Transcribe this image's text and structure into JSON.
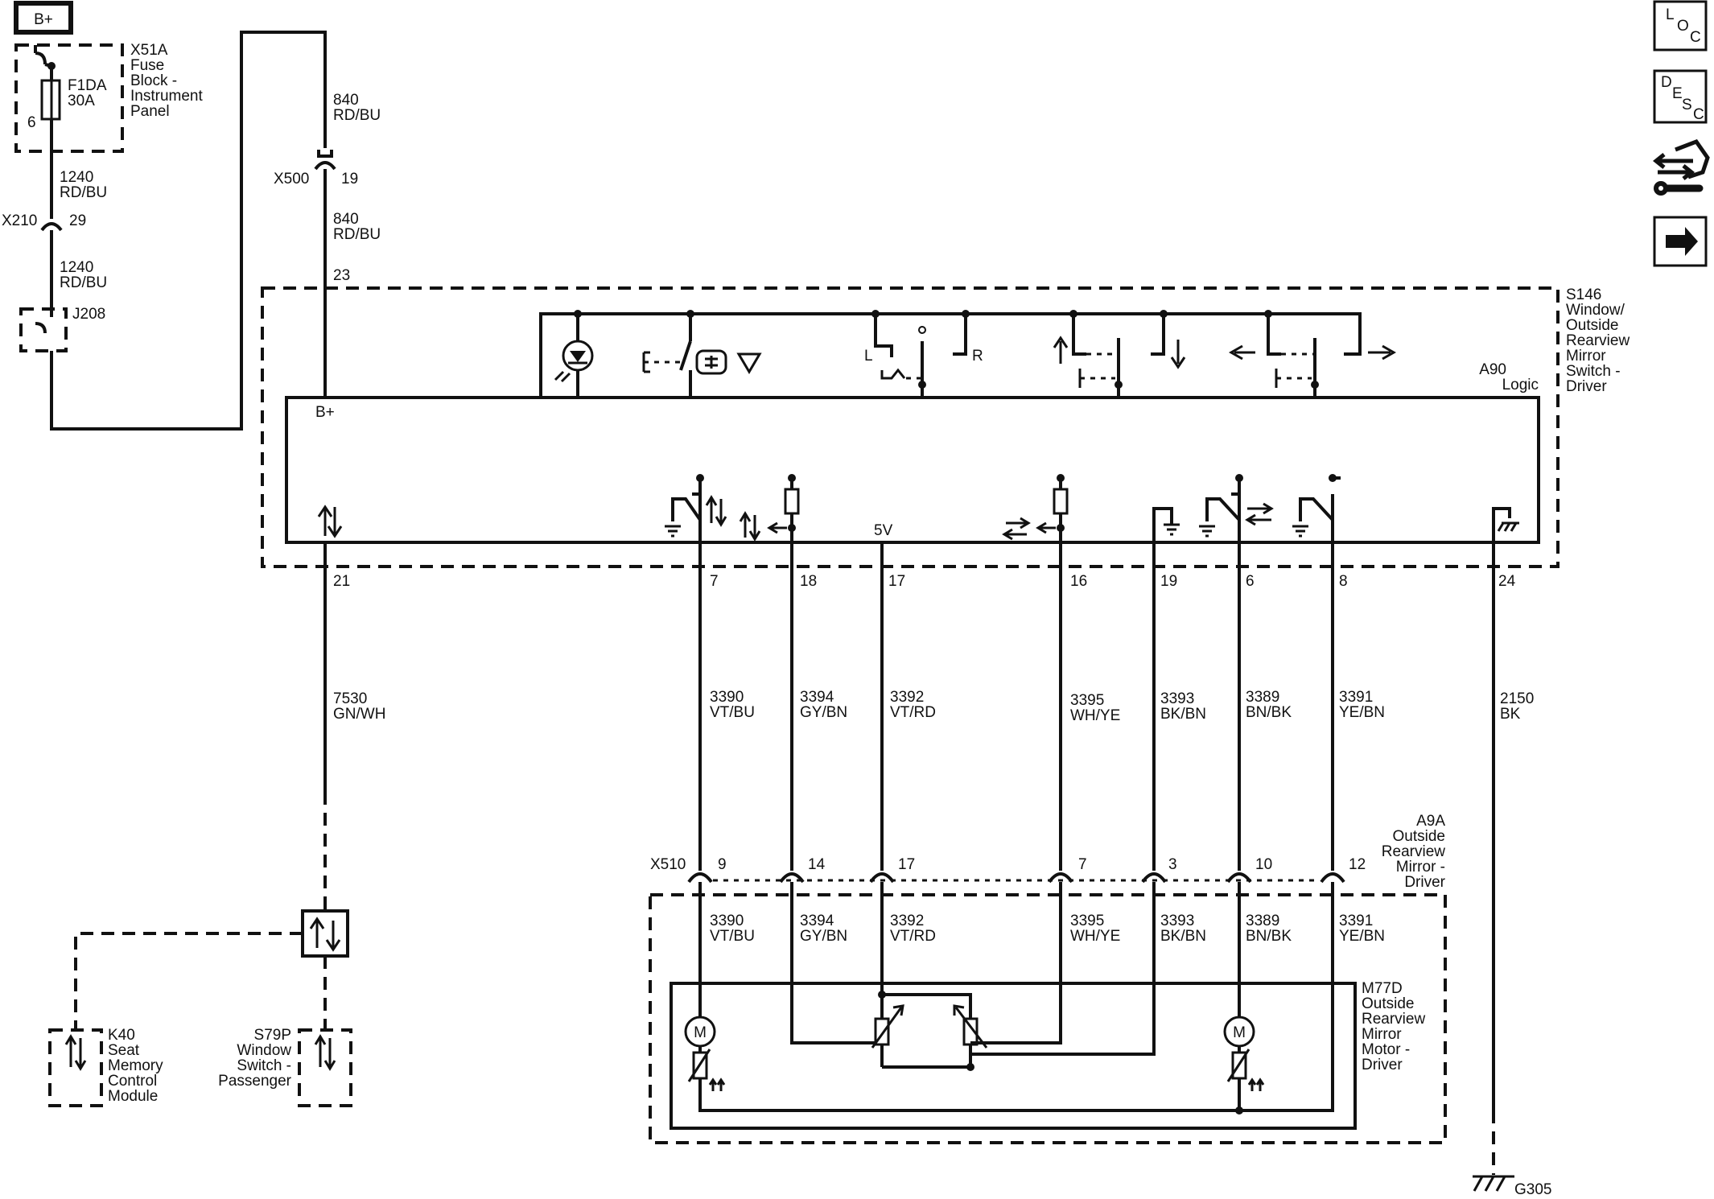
{
  "supply": {
    "label": "B+"
  },
  "fuse_block": {
    "ref": "X51A",
    "name_lines": [
      "Fuse",
      "Block -",
      "Instrument",
      "Panel"
    ],
    "fuse_ref": "F1DA",
    "fuse_rating": "30A",
    "pin": "6"
  },
  "wires": {
    "w1240a": [
      "1240",
      "RD/BU"
    ],
    "w1240b": [
      "1240",
      "RD/BU"
    ],
    "w840a": [
      "840",
      "RD/BU"
    ],
    "w840b": [
      "840",
      "RD/BU"
    ],
    "w7530": [
      "7530",
      "GN/WH"
    ],
    "w2150": [
      "2150",
      "BK"
    ]
  },
  "connectors": {
    "x210": {
      "ref": "X210",
      "pin": "29"
    },
    "x500": {
      "ref": "X500",
      "pin": "19"
    },
    "j208": {
      "ref": "J208"
    },
    "x510": {
      "ref": "X510"
    }
  },
  "switch_module": {
    "ref": "S146",
    "name_lines": [
      "Window/",
      "Outside",
      "Rearview",
      "Mirror",
      "Switch -",
      "Driver"
    ],
    "logic_ref": "A90",
    "logic_label": "Logic",
    "bplus_label": "B+",
    "bplus_pin": "23",
    "five_v": "5V",
    "sel_left": "L",
    "sel_right": "R",
    "sel_off": "o",
    "bottom_pins": [
      "21",
      "7",
      "18",
      "17",
      "16",
      "19",
      "6",
      "8",
      "24"
    ]
  },
  "mirror_circuits": [
    {
      "wire": "3390",
      "color": "VT/BU",
      "pin": "9"
    },
    {
      "wire": "3394",
      "color": "GY/BN",
      "pin": "14"
    },
    {
      "wire": "3392",
      "color": "VT/RD",
      "pin": "17"
    },
    {
      "wire": "3395",
      "color": "WH/YE",
      "pin": "7"
    },
    {
      "wire": "3393",
      "color": "BK/BN",
      "pin": "3"
    },
    {
      "wire": "3389",
      "color": "BN/BK",
      "pin": "10"
    },
    {
      "wire": "3391",
      "color": "YE/BN",
      "pin": "12"
    }
  ],
  "mirror_assembly": {
    "ref": "A9A",
    "name_lines": [
      "Outside",
      "Rearview",
      "Mirror -",
      "Driver"
    ]
  },
  "mirror_motor": {
    "ref": "M77D",
    "name_lines": [
      "Outside",
      "Rearview",
      "Mirror",
      "Motor -",
      "Driver"
    ],
    "motor_symbol": "M"
  },
  "seat_module": {
    "ref": "K40",
    "name_lines": [
      "Seat",
      "Memory",
      "Control",
      "Module"
    ]
  },
  "passenger_switch": {
    "ref": "S79P",
    "name_lines": [
      "Window",
      "Switch -",
      "Passenger"
    ]
  },
  "ground": {
    "ref": "G305"
  },
  "side_buttons": [
    {
      "name": "loc-button",
      "letters": [
        "L",
        "O",
        "C"
      ]
    },
    {
      "name": "desc-button",
      "letters": [
        "D",
        "E",
        "S",
        "C"
      ]
    },
    {
      "name": "connector-view-icon"
    },
    {
      "name": "next-page-arrow-icon"
    }
  ]
}
